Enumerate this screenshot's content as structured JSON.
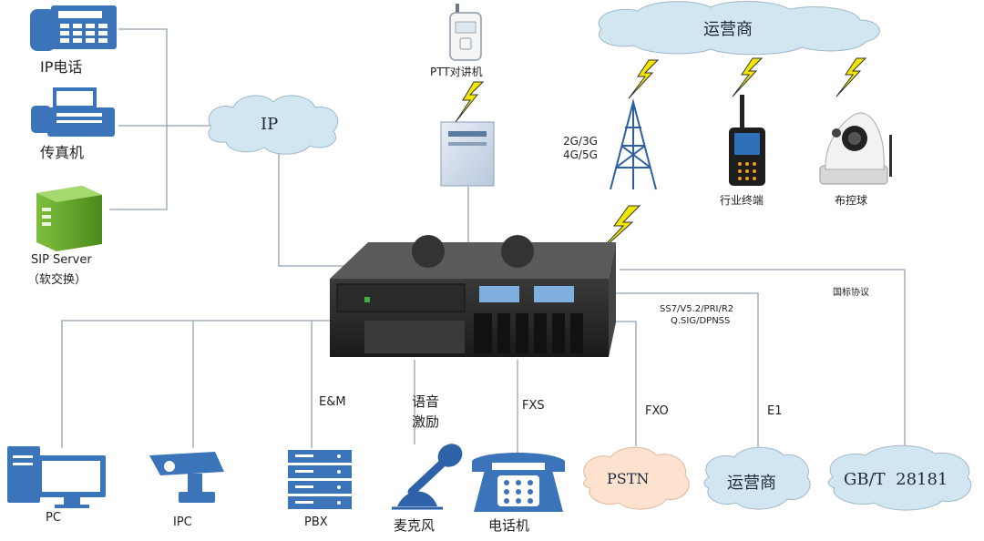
{
  "nodes": {
    "ip_phone": "IP电话",
    "fax": "传真机",
    "sip_server_line1": "SIP Server",
    "sip_server_line2": "（软交换）",
    "ptt": "PTT对讲机",
    "cloud_ip": "IP",
    "cloud_operator_top": "运营商",
    "base_station_line1": "2G/3G",
    "base_station_line2": "4G/5G",
    "industry_terminal": "行业终端",
    "dome_camera": "布控球",
    "national_protocol": "国标协议",
    "signaling_line1": "SS7/V5.2/PRI/R2",
    "signaling_line2": "Q.SIG/DPNSS",
    "pc": "PC",
    "ipc": "IPC",
    "pbx": "PBX",
    "microphone": "麦克风",
    "telephone": "电话机",
    "cloud_pstn": "PSTN",
    "cloud_operator_bottom": "运营商",
    "cloud_gbt": "GB/T  28181"
  },
  "links": {
    "em": "E&M",
    "voice_line1": "语音",
    "voice_line2": "激励",
    "fxs": "FXS",
    "fxo": "FXO",
    "e1": "E1"
  },
  "colors": {
    "cloud_blue": "#d2e6f2",
    "cloud_orange": "#fde2cf",
    "icon_blue": "#3b74b8",
    "line": "#8fa3b5",
    "lightning": "#f2e600"
  }
}
